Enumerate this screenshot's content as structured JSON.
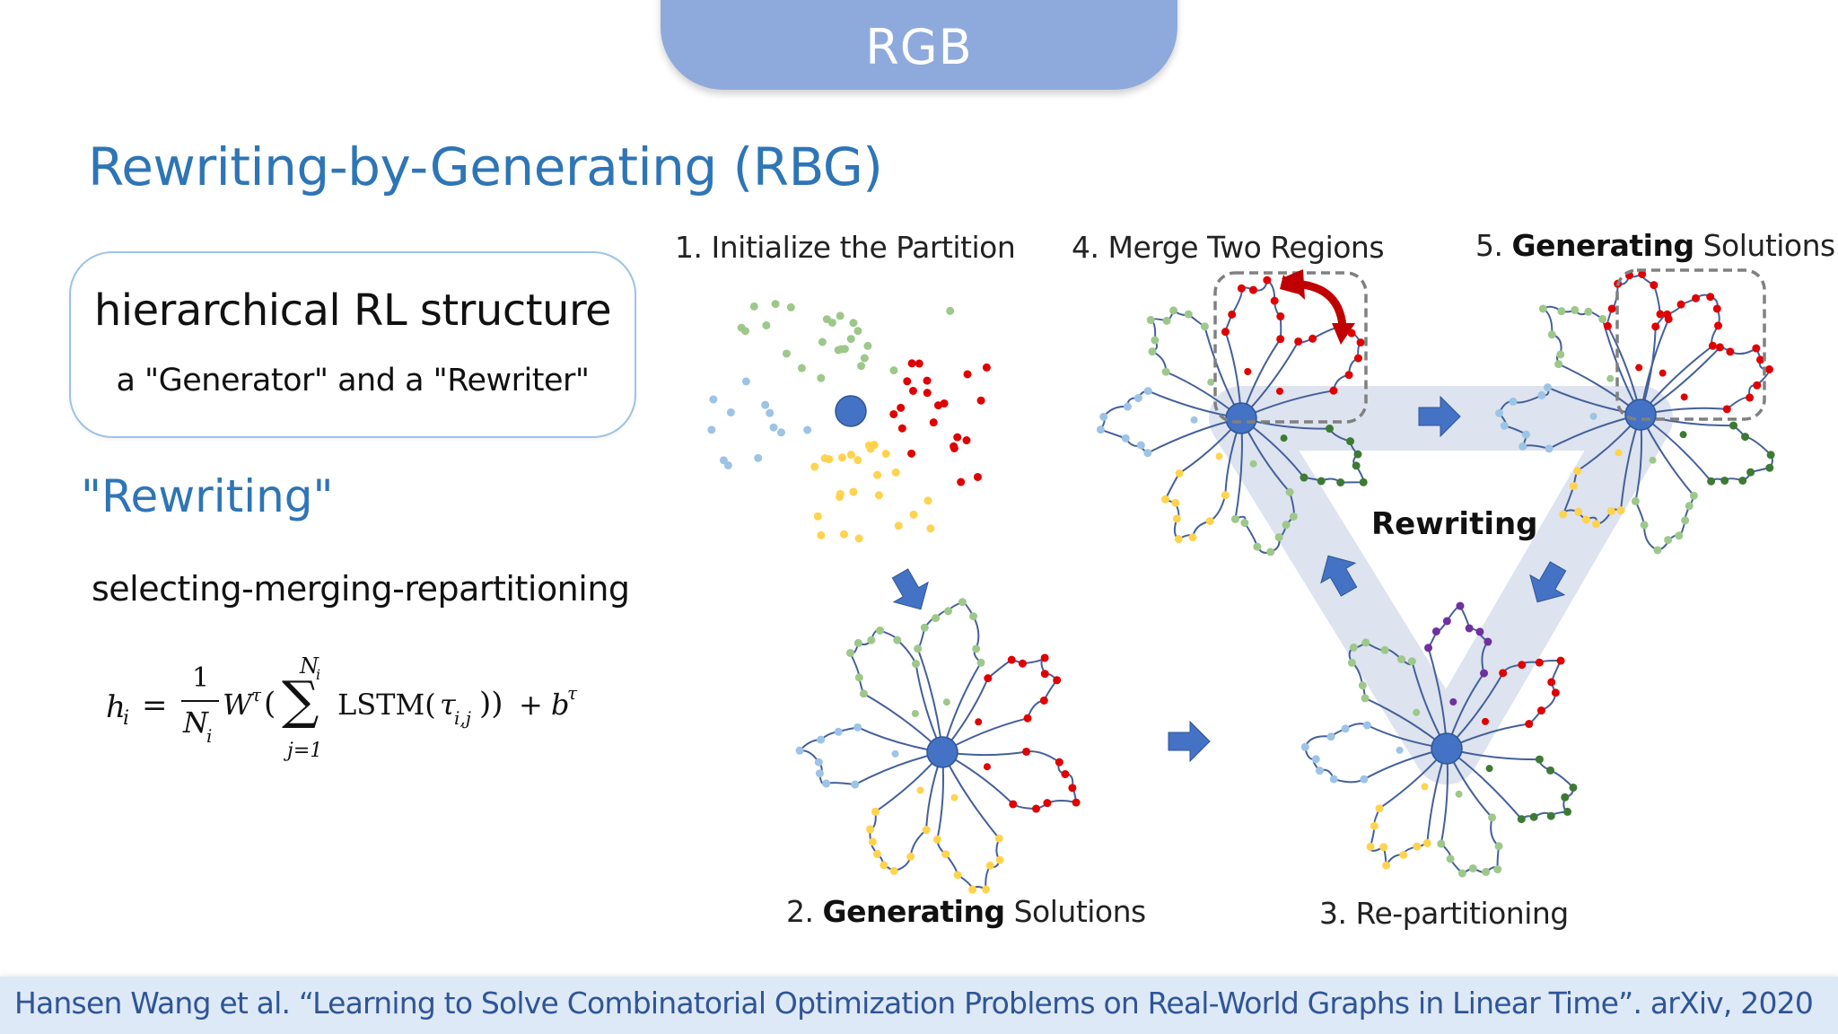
{
  "header": {
    "tab_label": "RGB"
  },
  "title": "Rewriting-by-Generating (RBG)",
  "concept_box": {
    "main": "hierarchical RL structure",
    "sub": "a \"Generator\" and a \"Rewriter\""
  },
  "section": {
    "heading": "\"Rewriting\"",
    "description": "selecting-merging-repartitioning"
  },
  "formula": {
    "lhs": "h",
    "lhs_sub": "i",
    "equals": "=",
    "frac_num": "1",
    "frac_den": "N",
    "frac_den_sub": "i",
    "W": "W",
    "W_sup": "τ",
    "open": "(",
    "sum_symbol": "∑",
    "sum_upper": "N",
    "sum_upper_sub": "i",
    "sum_lower": "j=1",
    "lstm": "LSTM(",
    "tau": "τ",
    "tau_sub": "i,j",
    "close": "))",
    "plus": "+",
    "b": "b",
    "b_sup": "τ"
  },
  "diagram": {
    "steps": [
      {
        "num": "1.",
        "bold": "",
        "text": "Initialize the Partition"
      },
      {
        "num": "2.",
        "bold": "Generating",
        "text": "Solutions"
      },
      {
        "num": "3.",
        "bold": "",
        "text": "Re-partitioning"
      },
      {
        "num": "4.",
        "bold": "",
        "text": "Merge Two Regions"
      },
      {
        "num": "5.",
        "bold": "Generating",
        "text": "Solutions"
      }
    ],
    "cycle_label": "Rewriting",
    "colors": {
      "depot": "#4472c4",
      "route_line": "#44609a",
      "band": "#dbe2ee",
      "arrow": "#4472c4",
      "merge_arrow": "#c00000",
      "dash_box": "#808080",
      "region_green_light": "#9dc88a",
      "region_blue": "#9dc3e6",
      "region_red": "#e00000",
      "region_yellow": "#ffd34d",
      "region_dark_green": "#3d7a33",
      "region_purple": "#7030a0"
    }
  },
  "footer": {
    "citation": "Hansen Wang et al. “Learning to Solve Combinatorial Optimization Problems on Real-World Graphs in Linear Time”. arXiv, 2020"
  }
}
